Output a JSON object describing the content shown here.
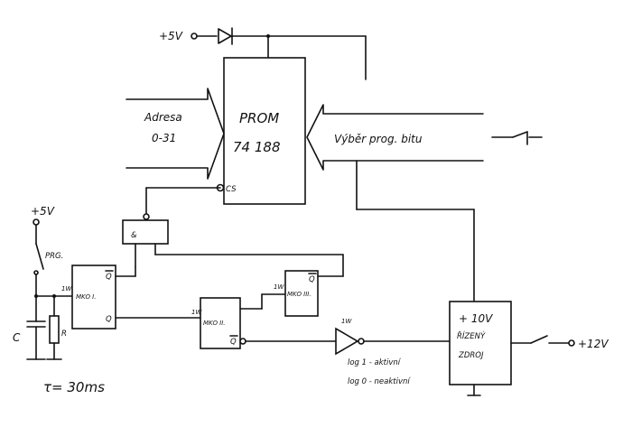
{
  "supply": {
    "top": "+5V",
    "left": "+5V",
    "right_out": "+12V"
  },
  "prom": {
    "name": "PROM",
    "part": "74 188",
    "cs_pin": "CS"
  },
  "inputs": {
    "address_line1": "Adresa",
    "address_line2": "0-31",
    "bit_select": "Výběr prog. bitu"
  },
  "switch_label": "PRG.",
  "capacitor_label": "C",
  "resistor_label": "R",
  "time_constant": "τ= 30ms",
  "mko1": {
    "name": "MKO I.",
    "q_bar": "Q",
    "q": "Q",
    "input_mark": "1W"
  },
  "mko2": {
    "name": "MKO II.",
    "q_bar": "Q",
    "input_mark": "1W"
  },
  "mko3": {
    "name": "MKO III.",
    "q_bar": "Q",
    "input_mark": "1W"
  },
  "gate_mark": "&",
  "inverter_mark": "1W",
  "logic_note_line1": "log 1 - aktivní",
  "logic_note_line2": "log 0 - neaktivní",
  "regulated_source": {
    "voltage": "+ 10V",
    "line2": "ŘÍZENÝ",
    "line3": "ZDROJ"
  }
}
